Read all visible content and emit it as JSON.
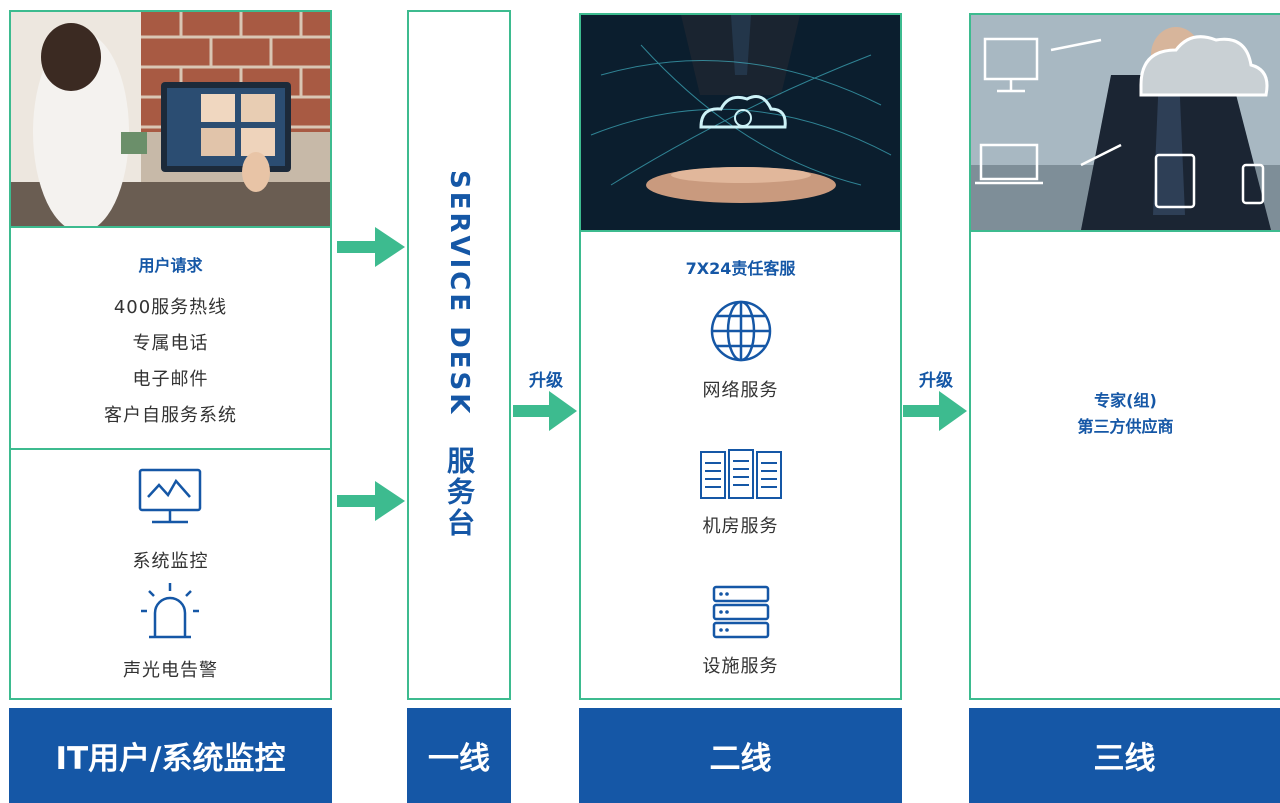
{
  "column1": {
    "request_title": "用户请求",
    "channels": [
      "400服务热线",
      "专属电话",
      "电子邮件",
      "客户自服务系统"
    ],
    "monitor_label": "系统监控",
    "alarm_label": "声光电告警",
    "footer": "IT用户/系统监控"
  },
  "column2": {
    "vertical_en": "SERVICE DESK",
    "vertical_cn": "服务台",
    "footer": "一线"
  },
  "column3": {
    "title": "7X24责任客服",
    "services": [
      "网络服务",
      "机房服务",
      "设施服务"
    ],
    "footer": "二线"
  },
  "column4": {
    "line1": "专家(组)",
    "line2": "第三方供应商",
    "footer": "三线"
  },
  "arrows": {
    "upgrade1": "升级",
    "upgrade2": "升级"
  },
  "colors": {
    "accent_green": "#3dbb8f",
    "brand_blue": "#1557a6"
  }
}
